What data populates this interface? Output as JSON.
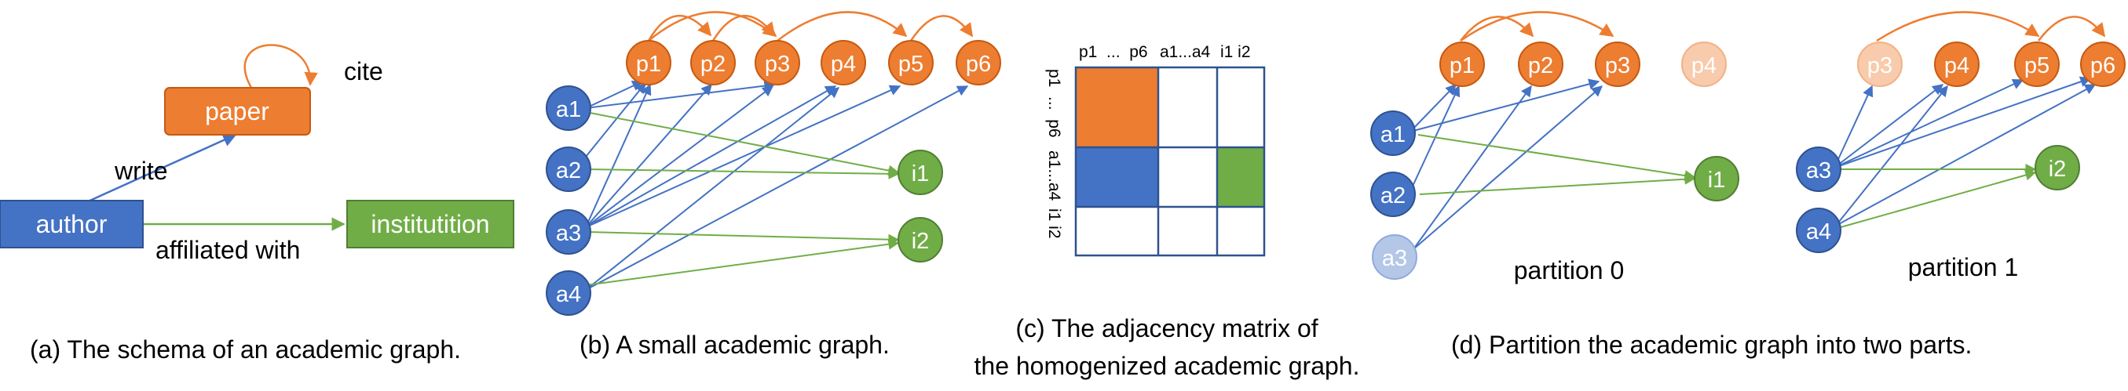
{
  "colors": {
    "orange": "#ED7D31",
    "orange_light": "#F8CBAD",
    "blue": "#4472C4",
    "blue_light": "#B4C7E7",
    "green": "#70AD47",
    "stroke_orange": "#C55A11",
    "stroke_blue": "#2F528F",
    "stroke_green": "#507E32",
    "grid": "#2F528F"
  },
  "panel_a": {
    "caption": "(a) The schema of an academic graph.",
    "paper_label": "paper",
    "author_label": "author",
    "institution_label": "institutition",
    "cite_label": "cite",
    "write_label": "write",
    "affiliated_label": "affiliated with"
  },
  "panel_b": {
    "caption": "(b) A small academic graph.",
    "papers": [
      "p1",
      "p2",
      "p3",
      "p4",
      "p5",
      "p6"
    ],
    "authors": [
      "a1",
      "a2",
      "a3",
      "a4"
    ],
    "institutions": [
      "i1",
      "i2"
    ]
  },
  "panel_c": {
    "caption_line1": "(c) The adjacency matrix of",
    "caption_line2": "the homogenized academic graph.",
    "col_labels": [
      "p1  ...  p6",
      "a1...a4",
      "i1 i2"
    ],
    "row_labels": [
      "p1  ...  p6",
      "a1...a4",
      "i1 i2"
    ]
  },
  "panel_d": {
    "caption": "(d) Partition the academic graph into two parts.",
    "partition0_label": "partition 0",
    "partition1_label": "partition 1",
    "p0_papers": [
      "p1",
      "p2",
      "p3",
      "p4"
    ],
    "p0_authors": [
      "a1",
      "a2",
      "a3"
    ],
    "p0_institutions": [
      "i1"
    ],
    "p1_papers": [
      "p3",
      "p4",
      "p5",
      "p6"
    ],
    "p1_authors": [
      "a3",
      "a4"
    ],
    "p1_institutions": [
      "i2"
    ]
  }
}
